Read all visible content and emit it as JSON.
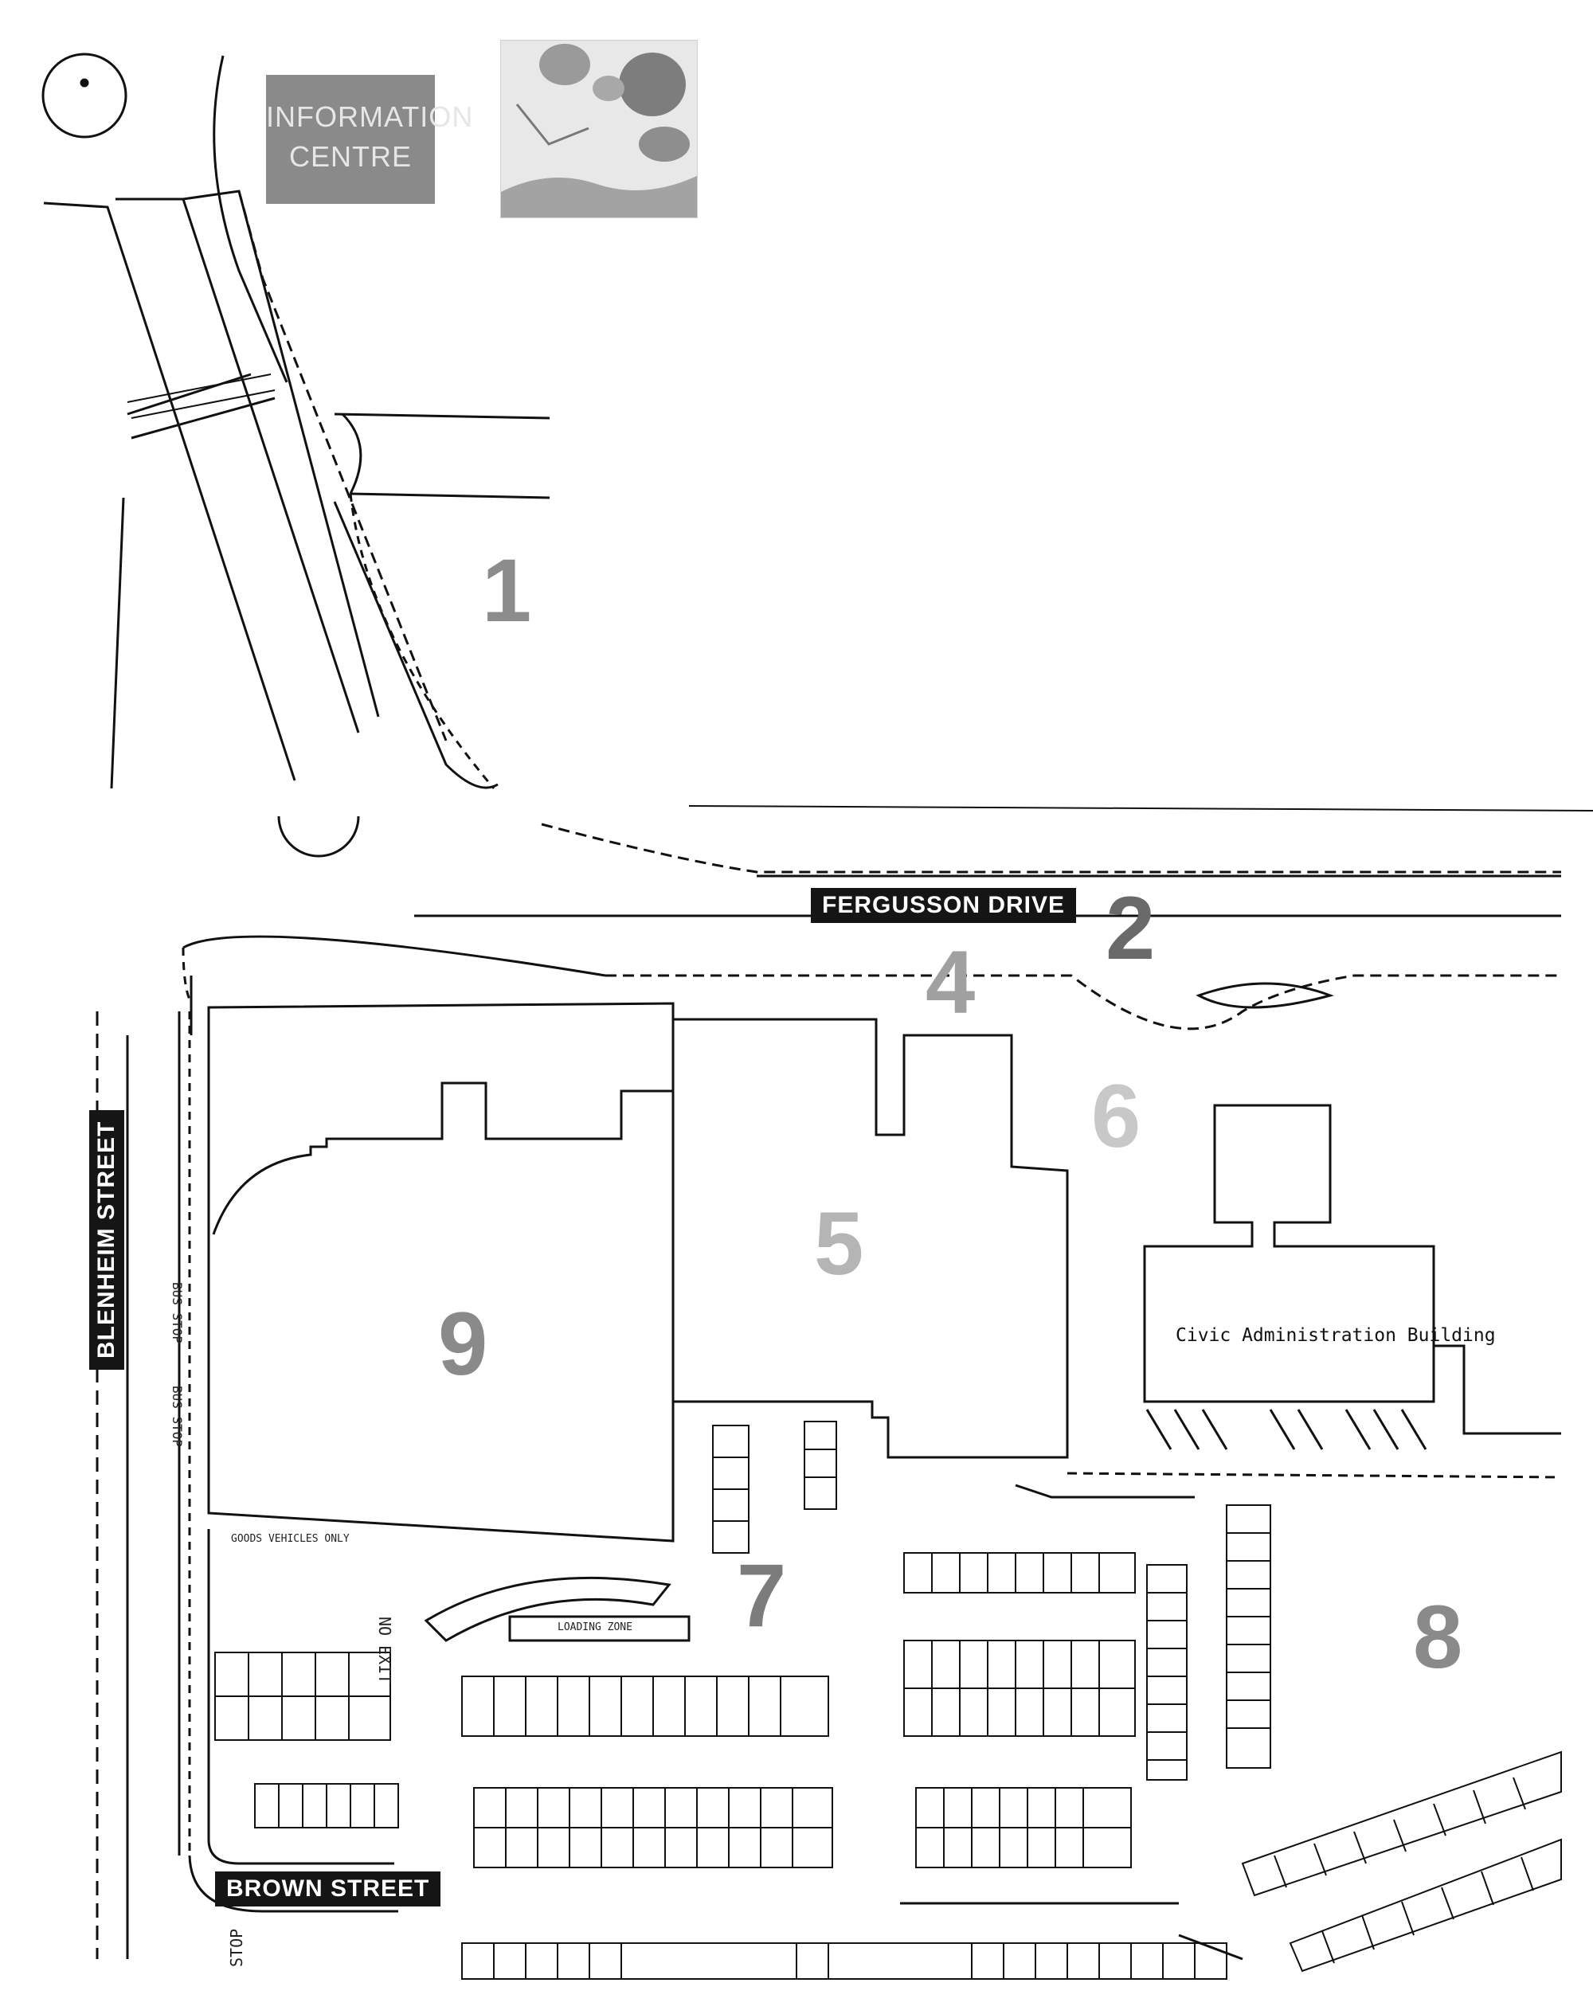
{
  "header": {
    "info_line1": "INFORMATION",
    "info_line2": "CENTRE"
  },
  "streets": {
    "fergusson": "FERGUSSON DRIVE",
    "blenheim": "BLENHEIM STREET",
    "brown": "BROWN STREET"
  },
  "zones": [
    "1",
    "2",
    "4",
    "5",
    "6",
    "7",
    "8",
    "9"
  ],
  "buildings": {
    "civic": "Civic Administration Building"
  },
  "labels": {
    "bus_stop_1": "BUS STOP",
    "bus_stop_2": "BUS STOP",
    "loading_zone": "LOADING ZONE",
    "no_exit": "NO EXIT",
    "stop": "STOP",
    "goods_vehicles": "GOODS VEHICLES ONLY"
  },
  "colors": {
    "ink": "#111111",
    "zone_gray": "#8c8c8c",
    "zone_light": "#bdbdbd",
    "label_bg": "#151515"
  }
}
